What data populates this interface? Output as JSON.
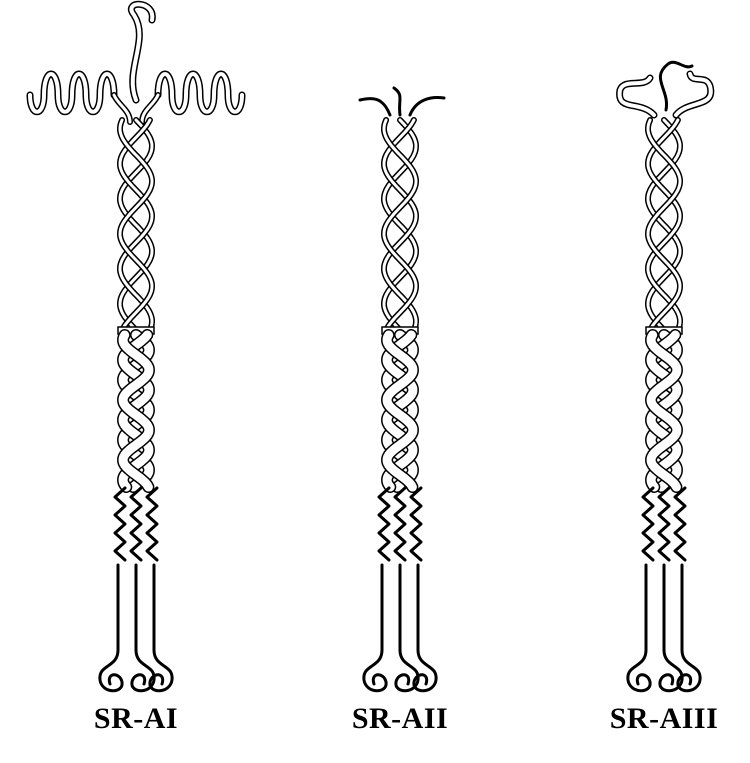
{
  "diagram": {
    "background": "#ffffff",
    "stroke_color": "#000000",
    "fill_color": "#ffffff",
    "receptors": [
      {
        "label": "SR-AI",
        "top_loops": "large",
        "has_srcr_domain": true
      },
      {
        "label": "SR-AII",
        "top_loops": "short",
        "has_srcr_domain": false
      },
      {
        "label": "SR-AIII",
        "top_loops": "medium",
        "has_srcr_domain": true
      }
    ]
  }
}
